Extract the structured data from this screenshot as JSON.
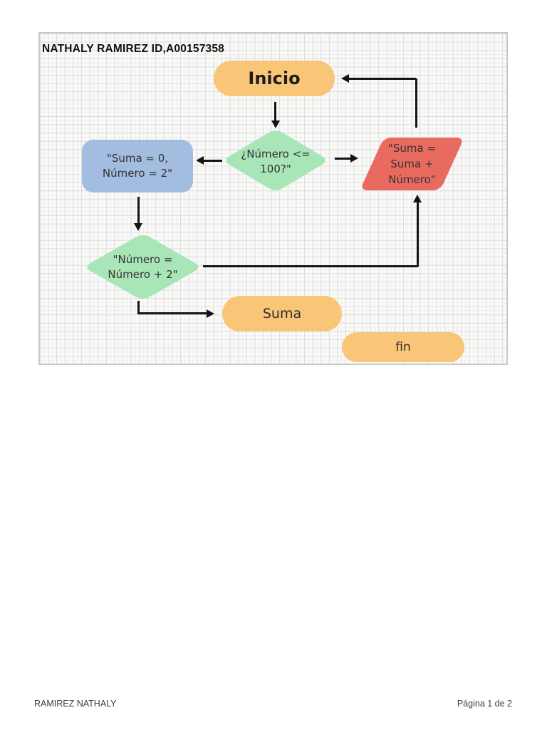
{
  "document": {
    "header_title": "NATHALY RAMIREZ ID,A00157358",
    "footer_left": "RAMIREZ NATHALY",
    "footer_right": "Página 1 de 2"
  },
  "flowchart": {
    "nodes": {
      "inicio": {
        "type": "terminator",
        "label": "Inicio"
      },
      "decision": {
        "type": "decision",
        "line1": "¿Número <=",
        "line2": "100?\""
      },
      "assign": {
        "type": "process",
        "line1": "\"Suma = 0,",
        "line2": "Número = 2\""
      },
      "accumulate": {
        "type": "parallelogram",
        "line1": "\"Suma =",
        "line2": "Suma +",
        "line3": "Número\""
      },
      "increment": {
        "type": "decision",
        "line1": "\"Número =",
        "line2": "Número + 2\""
      },
      "output": {
        "type": "terminator",
        "label": "Suma"
      },
      "end": {
        "type": "terminator",
        "label": "fin"
      }
    },
    "colors": {
      "terminator_fill": "#f8c676",
      "decision_fill": "#a9e6b7",
      "process_fill": "#a3bde0",
      "parallelogram_fill": "#e96b60",
      "connector": "#141414",
      "grid_major": "#dcdcdc",
      "grid_minor": "#efefee",
      "canvas_bg": "#fafaf9"
    }
  }
}
